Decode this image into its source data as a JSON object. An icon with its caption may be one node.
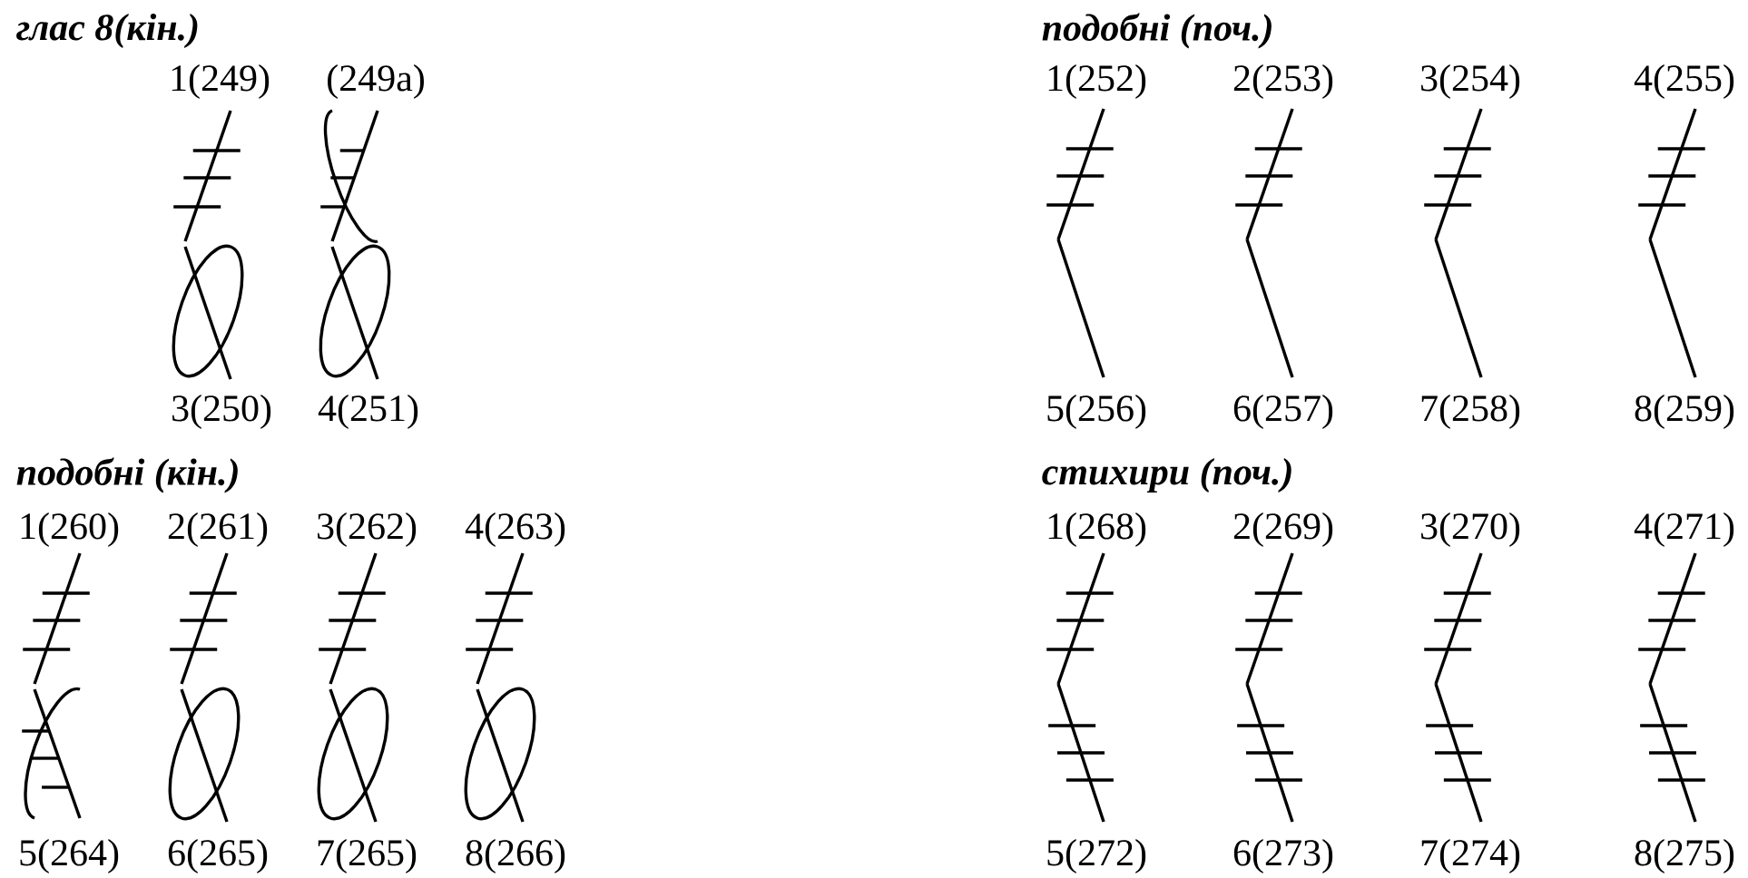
{
  "diagram": {
    "labels": [
      "глас 8(кін.)",
      "1(249)",
      "(249a)",
      "3(250)",
      "4(251)",
      "подобні (поч.)",
      "1(252)",
      "2(253)",
      "3(254)",
      "4(255)",
      "5(256)",
      "6(257)",
      "7(258)",
      "8(259)",
      "подобні (кін.)",
      "1(260)",
      "2(261)",
      "3(262)",
      "4(263)",
      "5(264)",
      "6(265)",
      "7(265)",
      "8(266)",
      "стихири (поч.)",
      "1(268)",
      "2(269)",
      "3(270)",
      "4(271)",
      "5(272)",
      "6(273)",
      "7(274)",
      "8(275)"
    ]
  }
}
